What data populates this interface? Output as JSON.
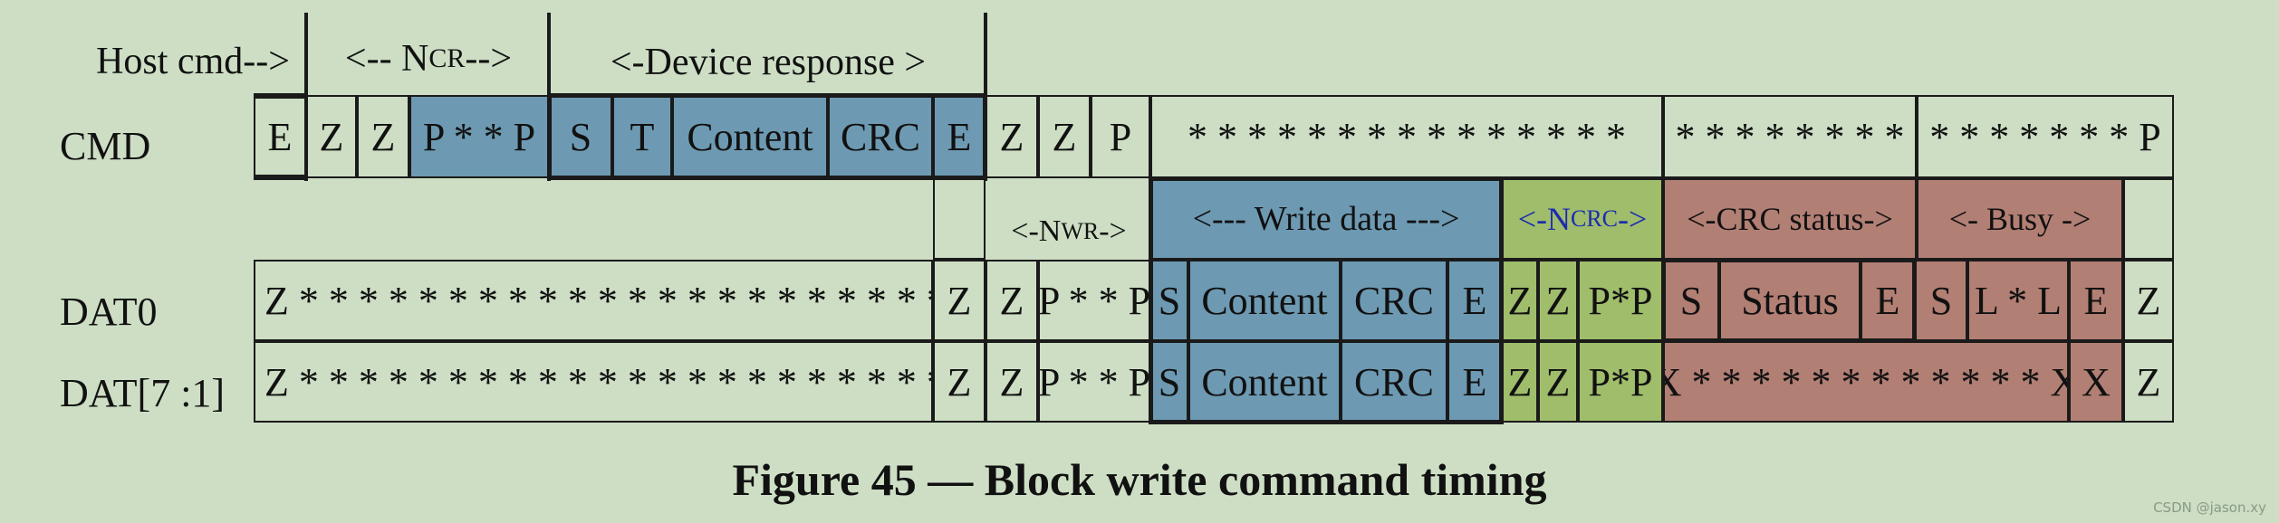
{
  "caption": "Figure 45 — Block write command timing",
  "watermark": "CSDN @jason.xy",
  "headers": {
    "host_cmd": "Host cmd-->",
    "ncr": "<-- N",
    "ncr_sub": "CR",
    "ncr_tail": " -->",
    "device_response": "<-Device response >",
    "nwr": "<-N",
    "nwr_sub": "WR",
    "nwr_tail": "->",
    "write_data": "<--- Write data --->",
    "ncrc": "<-N",
    "ncrc_sub": "CRC",
    "ncrc_tail": "->",
    "crc_status": "<-CRC status->",
    "busy": "<- Busy ->"
  },
  "rows": {
    "cmd": {
      "label": "CMD",
      "cells": [
        "E",
        "Z",
        "Z",
        "P * * P",
        "S",
        "T",
        "Content",
        "CRC",
        "E",
        "Z",
        "Z",
        "P",
        "* * * * * * * * * * * * * * *",
        "* * * * * * * *",
        "* * * * * * * P"
      ]
    },
    "dat0": {
      "label": "DAT0",
      "cells": [
        "Z * * * * * * * * * * * * * * * * * * * * * * * Z",
        "Z",
        "Z",
        "P * * P",
        "S",
        "Content",
        "CRC",
        "E",
        "Z",
        "Z",
        "P*P",
        "S",
        "Status",
        "E",
        "S",
        "L * L",
        "E",
        "Z"
      ]
    },
    "dat71": {
      "label": "DAT[7 :1]",
      "cells": [
        "Z * * * * * * * * * * * * * * * * * * * * * * * Z",
        "Z",
        "Z",
        "P * * P",
        "S",
        "Content",
        "CRC",
        "E",
        "Z",
        "Z",
        "P*P",
        "X * * * * * * * * * * * * X",
        "X",
        "Z"
      ]
    }
  },
  "colors": {
    "background": "#cddec4",
    "blue": "#6d9ab2",
    "green": "#9fbd6b",
    "brown": "#b27f74",
    "ncrc_text": "#1d2bb0"
  }
}
